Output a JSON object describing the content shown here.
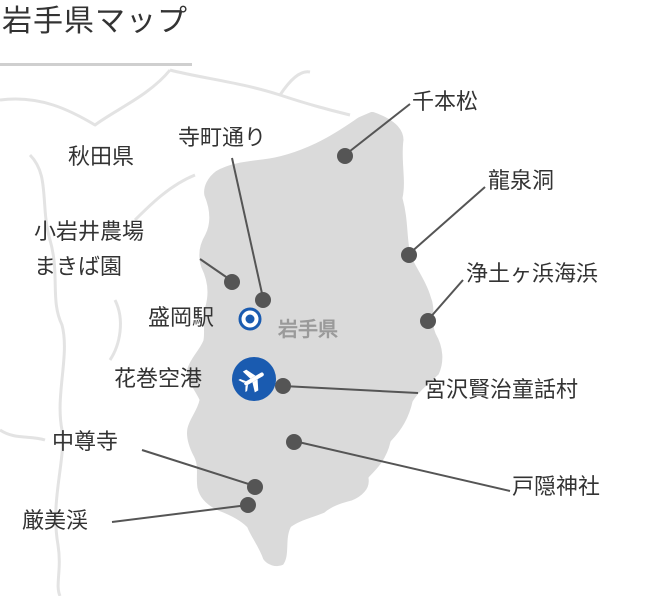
{
  "title": "岩手県マップ",
  "region_labels": {
    "iwate": "岩手県",
    "akita": "秋田県"
  },
  "places": [
    {
      "id": "senbonmatsu",
      "label": "千本松"
    },
    {
      "id": "teramachi",
      "label": "寺町通り"
    },
    {
      "id": "ryusendo",
      "label": "龍泉洞"
    },
    {
      "id": "koiwai",
      "label_line1": "小岩井農場",
      "label_line2": "まきば園"
    },
    {
      "id": "jodogahama",
      "label": "浄土ヶ浜海浜"
    },
    {
      "id": "morioka",
      "label": "盛岡駅"
    },
    {
      "id": "hanamaki",
      "label": "花巻空港"
    },
    {
      "id": "miyazawa",
      "label": "宮沢賢治童話村"
    },
    {
      "id": "chusonji",
      "label": "中尊寺"
    },
    {
      "id": "togakushi",
      "label": "戸隠神社"
    },
    {
      "id": "genbikei",
      "label": "厳美渓"
    }
  ],
  "colors": {
    "prefecture_fill": "#dadada",
    "marker": "#555555",
    "leader_line": "#555555",
    "station_ring": "#1a5bb0",
    "airport": "#1a5bb0",
    "background_borders": "#e3e3e3"
  },
  "icons": {
    "station": "station-ring-icon",
    "airport": "airplane-icon"
  }
}
